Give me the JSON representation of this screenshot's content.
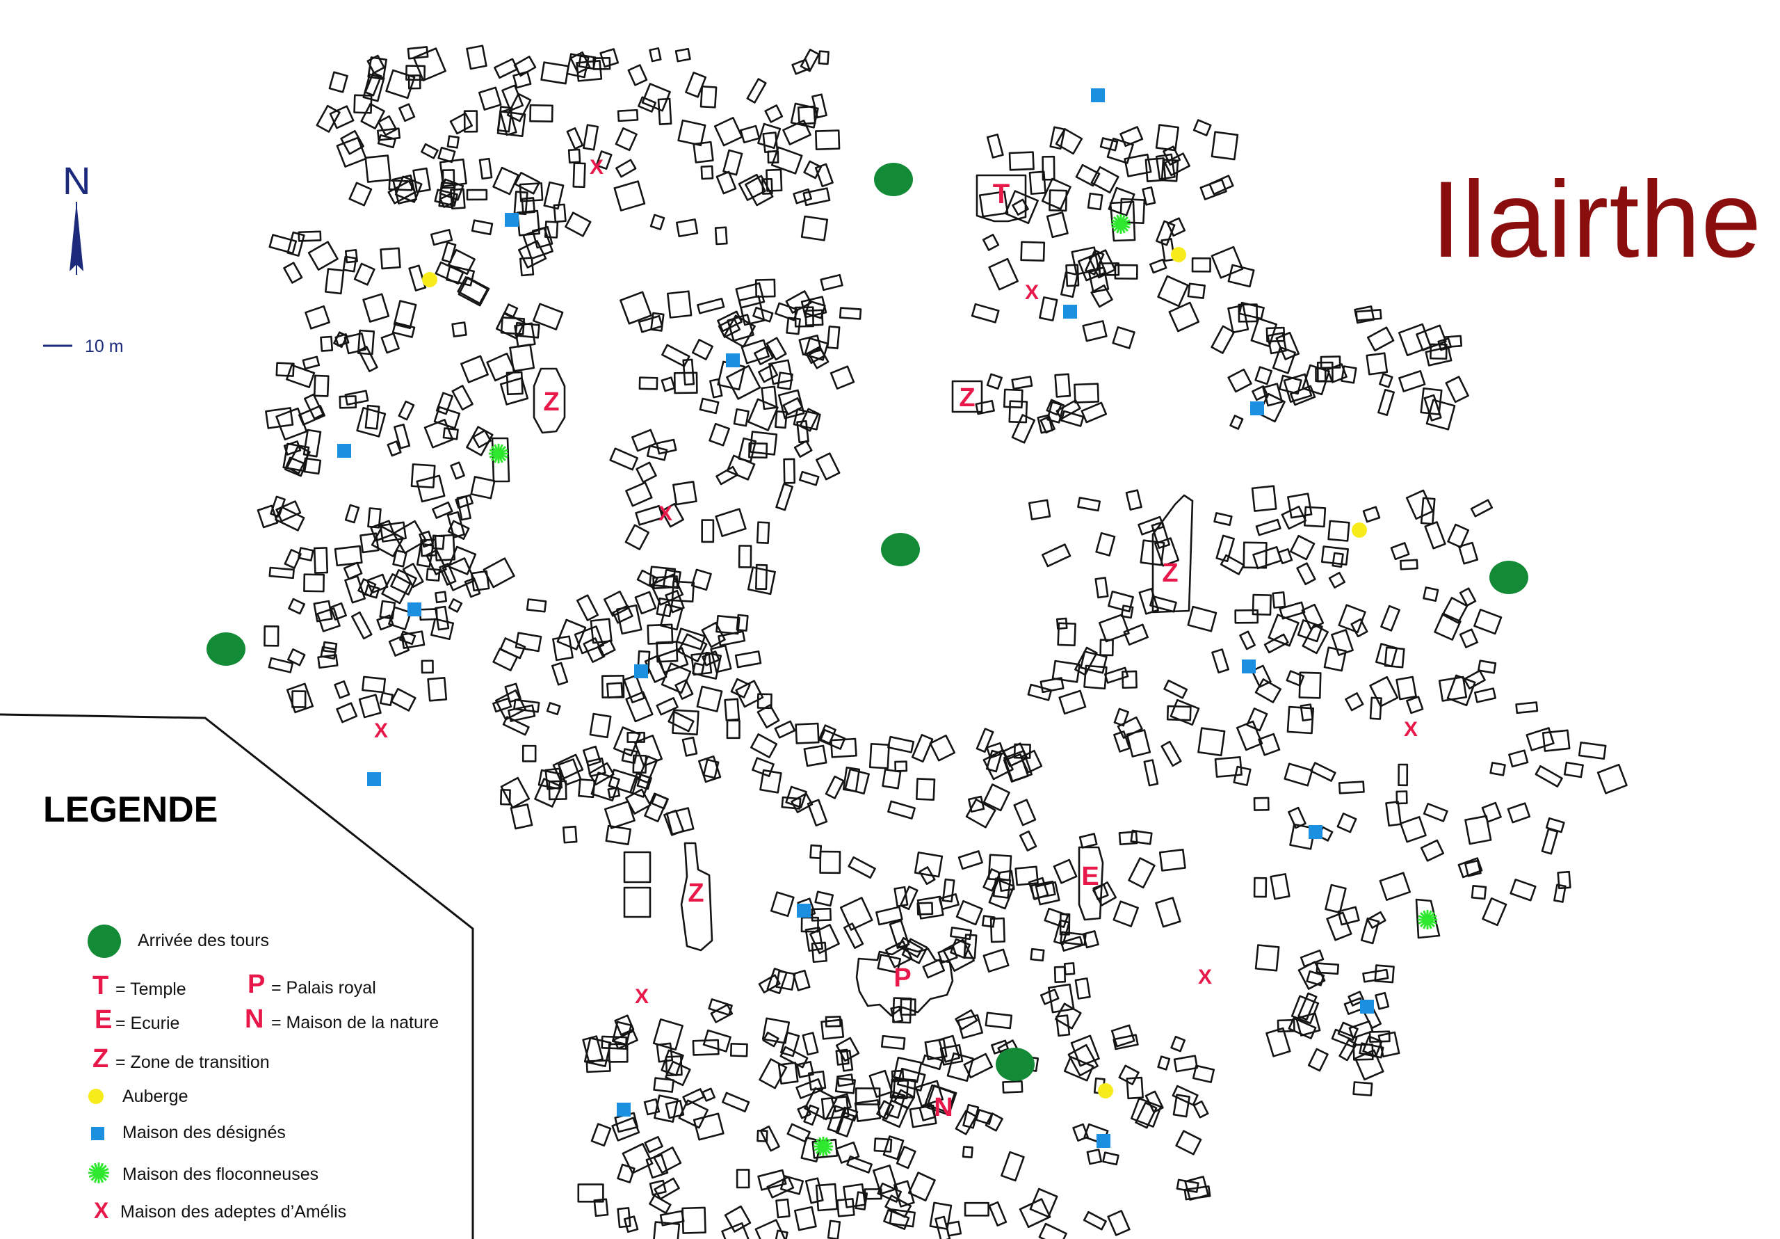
{
  "title": "Ilairthe",
  "compass": {
    "label": "N"
  },
  "scale": {
    "label": "10 m"
  },
  "legend": {
    "title": "LEGENDE",
    "items": {
      "tower": "Arrivée des tours",
      "temple_letter": "T",
      "temple": "= Temple",
      "palace_letter": "P",
      "palace": "= Palais royal",
      "stable_letter": "E",
      "stable": "= Ecurie",
      "nature_letter": "N",
      "nature": "= Maison de la nature",
      "zone_letter": "Z",
      "zone": "= Zone de transition",
      "inn": "Auberge",
      "designated": "Maison des désignés",
      "floconneuses": "Maison des floconneuses",
      "x_letter": "X",
      "adepts": "Maison des adeptes d’Amélis"
    }
  },
  "colors": {
    "tower": "#138a36",
    "inn": "#f7ec1a",
    "designated": "#1b8fe0",
    "floconneuses": "#2ee82e",
    "letters": "#e8194a",
    "title": "#8b0e0e",
    "compass": "#1b2a7a"
  },
  "map_labels": {
    "temple": "T",
    "palace": "P",
    "stable": "E",
    "nature": "N",
    "zone": "Z",
    "adept": "X"
  }
}
